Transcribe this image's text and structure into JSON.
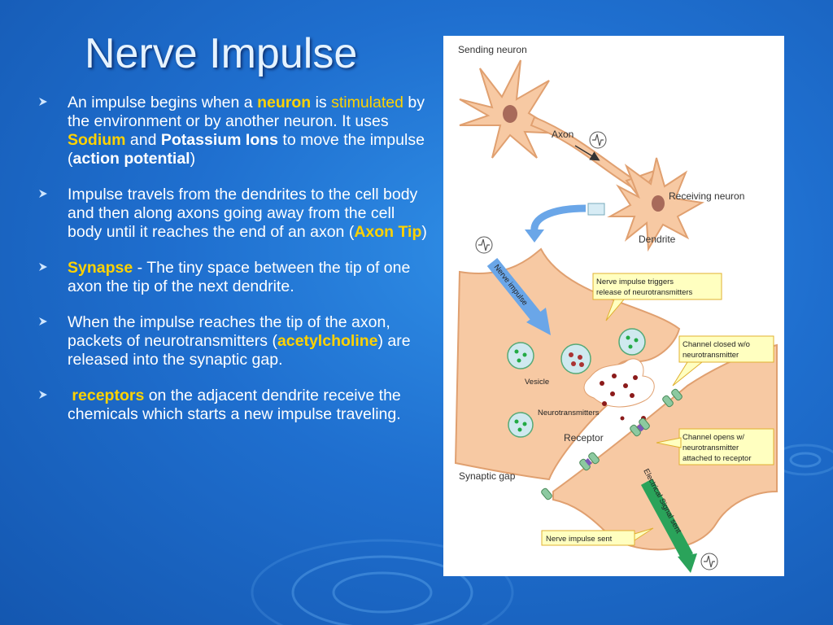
{
  "slide": {
    "title": "Nerve Impulse",
    "bullets": [
      {
        "p1": "An impulse begins when a ",
        "k1": "neuron",
        "p2": " is ",
        "k2": "stimulated",
        "p3": " by the environment or by another neuron. It uses ",
        "k3": "Sodium",
        "p4": " and ",
        "k4": "Potassium Ions",
        "p5": " to move the impulse (",
        "k5": "action potential",
        "p6": ")"
      },
      {
        "p1": "Impulse travels from the dendrites to the cell body and then along axons going away from the cell body until it reaches the end of an axon (",
        "k1": "Axon Tip",
        "p2": ")"
      },
      {
        "k1": "Synapse",
        "p1": " - The tiny space between the tip of one axon the tip of the next dendrite."
      },
      {
        "p1": "When the impulse reaches the tip of the axon, packets of neurotransmitters (",
        "k1": "acetylcholine",
        "p2": ") are released into the synaptic gap."
      },
      {
        "k1": "receptors",
        "p1": " on the adjacent dendrite receive the chemicals which starts a new impulse traveling."
      }
    ]
  },
  "diagram": {
    "labels": {
      "sending_neuron": "Sending neuron",
      "axon": "Axon",
      "receiving_neuron": "Receiving neuron",
      "dendrite": "Dendrite",
      "nerve_impulse": "Nerve impulse",
      "triggers_line1": "Nerve impulse triggers",
      "triggers_line2": "release of neurotransmitters",
      "closed_line1": "Channel closed w/o",
      "closed_line2": "neurotransmitter",
      "vesicle": "Vesicle",
      "neurotransmitters": "Neurotransmitters",
      "receptor": "Receptor",
      "opens_line1": "Channel opens w/",
      "opens_line2": "neurotransmitter",
      "opens_line3": "attached to receptor",
      "synaptic_gap": "Synaptic gap",
      "impulse_sent": "Nerve impulse sent",
      "electrical_signal": "Electrical Signal sent"
    },
    "colors": {
      "cell": "#f7c9a3",
      "cell_stroke": "#e0a070",
      "label_box": "#ffffc0",
      "channel": "#8cc9a0",
      "arrow_blue": "#6aa6e8",
      "arrow_green": "#2aa35a",
      "highlight_text": "#ffd200"
    }
  }
}
